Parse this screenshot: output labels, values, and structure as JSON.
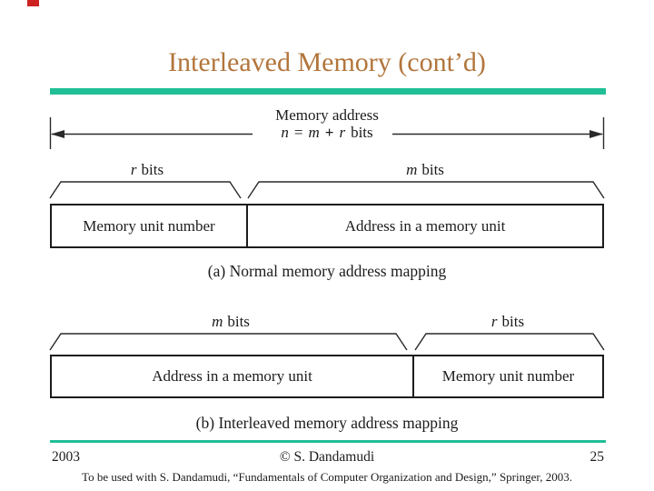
{
  "slide": {
    "title": "Interleaved Memory (cont’d)"
  },
  "colors": {
    "title_brown": "#b2753c",
    "teal_rule": "#20bf96",
    "diagram_ink": "#1c1c1c",
    "corner_marker_red": "#cc2222",
    "background": "#ffffff"
  },
  "diagram": {
    "memory_address_label": "Memory address",
    "formula": {
      "var_n": "n",
      "equals": "=",
      "var_m": "m",
      "plus": "+",
      "var_r": "r",
      "word_bits": "bits"
    },
    "normal": {
      "left_field_var": "r",
      "left_field_word": "bits",
      "right_field_var": "m",
      "right_field_word": "bits",
      "left_cell": "Memory unit number",
      "right_cell": "Address in a memory unit",
      "caption": "(a) Normal memory address mapping"
    },
    "interleaved": {
      "left_field_var": "m",
      "left_field_word": "bits",
      "right_field_var": "r",
      "right_field_word": "bits",
      "left_cell": "Address in a memory unit",
      "right_cell": "Memory unit number",
      "caption": "(b) Interleaved memory address mapping"
    }
  },
  "footer": {
    "year": "2003",
    "copyright": "© S. Dandamudi",
    "page": "25",
    "attribution": "To be used with S. Dandamudi, “Fundamentals of Computer Organization and Design,” Springer, 2003."
  }
}
